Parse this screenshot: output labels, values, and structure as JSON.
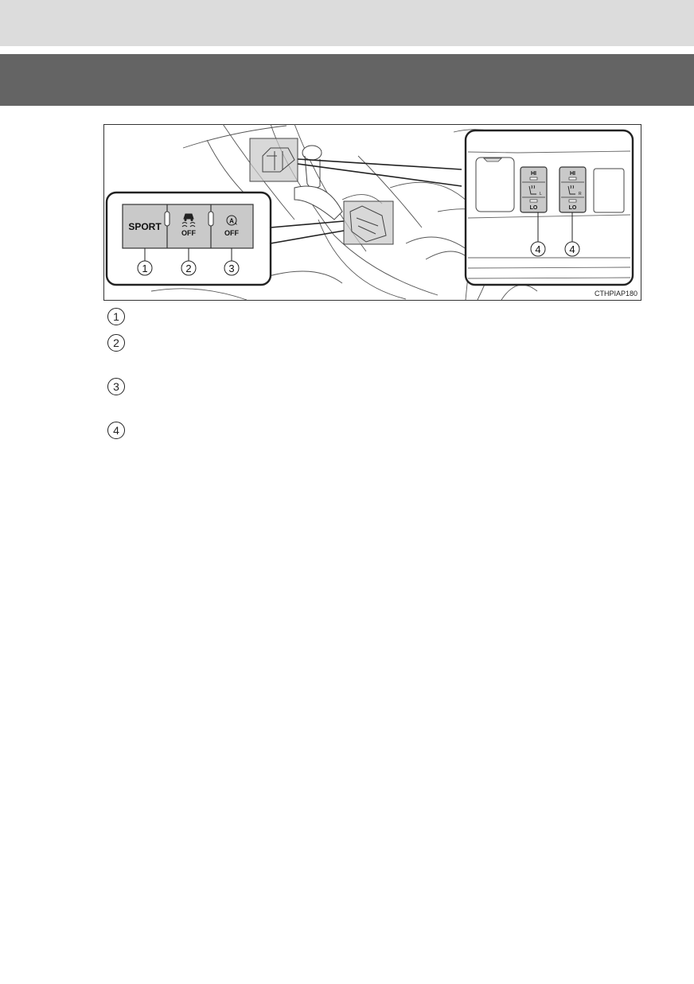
{
  "figure": {
    "code": "CTHPIAP180",
    "buttons": [
      {
        "number": "1",
        "label": "SPORT"
      },
      {
        "number": "2",
        "label": "OFF",
        "icon": "vsc-off-icon"
      },
      {
        "number": "3",
        "label": "OFF",
        "icon_letter": "A",
        "icon": "auto-start-stop-icon"
      }
    ],
    "seat_heaters": [
      {
        "number": "4",
        "hi": "HI",
        "lo": "LO",
        "side": "L"
      },
      {
        "number": "4",
        "hi": "HI",
        "lo": "LO",
        "side": "R"
      }
    ]
  },
  "callouts": [
    {
      "number": "1"
    },
    {
      "number": "2"
    },
    {
      "number": "3"
    },
    {
      "number": "4"
    }
  ],
  "colors": {
    "top_band": "#dcdcdc",
    "section_band": "#646464",
    "button_fill": "#c9c9c9"
  }
}
